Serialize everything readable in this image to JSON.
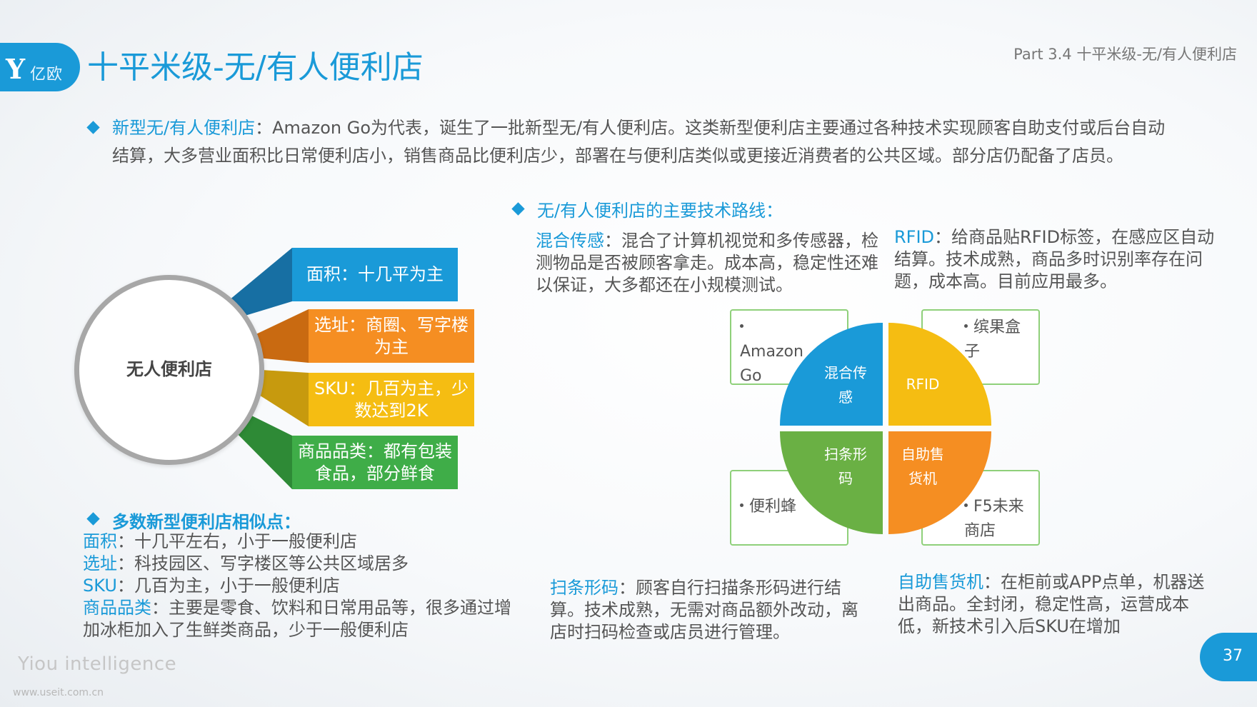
{
  "header": {
    "logo_mark": "Y",
    "logo_text": "亿欧",
    "title": "十平米级-无/有人便利店",
    "part_label": "Part 3.4 十平米级-无/有人便利店"
  },
  "intro": {
    "label": "新型无/有人便利店",
    "text": "：Amazon Go为代表，诞生了一批新型无/有人便利店。这类新型便利店主要通过各种技术实现顾客自助支付或后台自动结算，大多营业面积比日常便利店小，销售商品比便利店少，部署在与便利店类似或更接近消费者的公共区域。部分店仍配备了店员。"
  },
  "left_diagram": {
    "center": "无人便利店",
    "items": [
      {
        "label": "面积：十几平为主",
        "color": "#1a9ad8"
      },
      {
        "label": "选址：商圈、写字楼为主",
        "color": "#f58e22"
      },
      {
        "label": "SKU：几百为主，少数达到2K",
        "color": "#f5bd12"
      },
      {
        "label": "商品品类：都有包装食品，部分鲜食",
        "color": "#3fad48"
      }
    ]
  },
  "similarities": {
    "title": "多数新型便利店相似点：",
    "items": [
      {
        "key": "面积",
        "text": "：十几平左右，小于一般便利店"
      },
      {
        "key": "选址",
        "text": "：科技园区、写字楼区等公共区域居多"
      },
      {
        "key": "SKU",
        "text": "：几百为主，小于一般便利店"
      },
      {
        "key": "商品品类",
        "text": "：主要是零食、饮料和日常用品等，很多通过增加冰柜加入了生鲜类商品，少于一般便利店"
      }
    ]
  },
  "tech": {
    "title": "无/有人便利店的主要技术路线：",
    "quadrants": {
      "tl": {
        "label": "混合传感",
        "color": "#1a9ad8"
      },
      "tr": {
        "label": "RFID",
        "color": "#f5bd12"
      },
      "bl": {
        "label": "扫条形码",
        "color": "#6ab044"
      },
      "br": {
        "label": "自助售货机",
        "color": "#f58e22"
      }
    },
    "examples": {
      "tl": "Amazon Go",
      "tr": "缤果盒子",
      "bl": "便利蜂",
      "br": "F5未来商店"
    },
    "descriptions": {
      "tl": {
        "key": "混合传感",
        "text": "：混合了计算机视觉和多传感器，检测物品是否被顾客拿走。成本高，稳定性还难以保证，大多都还在小规模测试。"
      },
      "tr": {
        "key": "RFID",
        "text": "：给商品贴RFID标签，在感应区自动结算。技术成熟，商品多时识别率存在问题，成本高。目前应用最多。"
      },
      "bl": {
        "key": "扫条形码",
        "text": "：顾客自行扫描条形码进行结算。技术成熟，无需对商品额外改动，离店时扫码检查或店员进行管理。"
      },
      "br": {
        "key": "自助售货机",
        "text": "：在柜前或APP点单，机器送出商品。全封闭，稳定性高，运营成本低，新技术引入后SKU在增加"
      }
    }
  },
  "footer": {
    "brand": "Yiou intelligence",
    "page_number": "37",
    "watermark": "www.useit.com.cn"
  }
}
